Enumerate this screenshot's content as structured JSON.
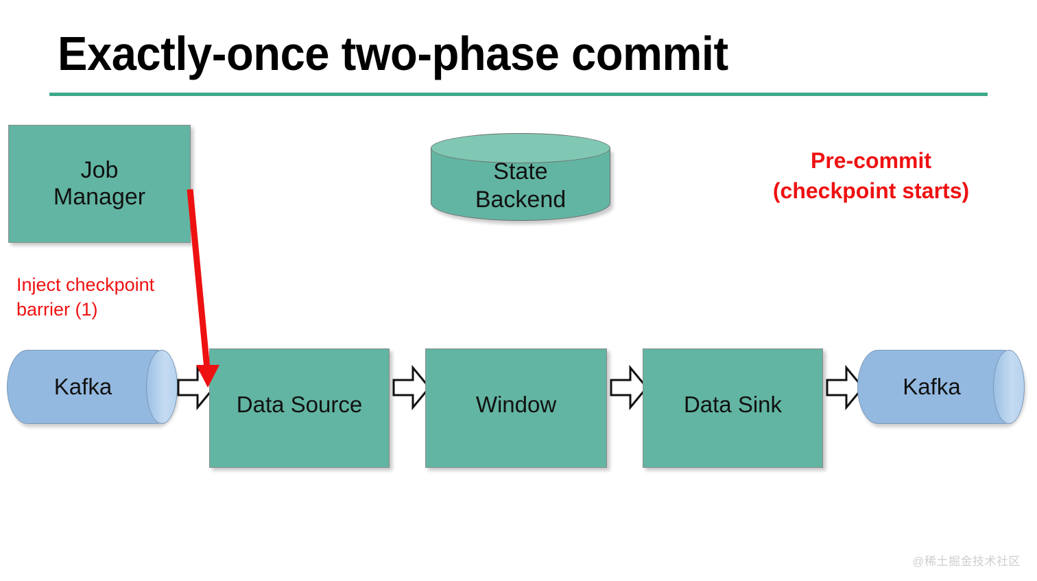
{
  "slide": {
    "title": "Exactly-once two-phase commit",
    "accent_color": "#3FA98A",
    "watermark": "@稀土掘金技术社区"
  },
  "palette": {
    "process_green": "#62B5A2",
    "cylinder_top_green": "#80C8B3",
    "kafka_blue": "#93B9E0",
    "annotation_red": "#EE1111",
    "title_black": "#000000"
  },
  "nodes": {
    "job_manager": {
      "label": "Job\nManager"
    },
    "state_backend": {
      "label": "State\nBackend"
    },
    "kafka_source": {
      "label": "Kafka"
    },
    "kafka_sink": {
      "label": "Kafka"
    },
    "data_source": {
      "label": "Data Source"
    },
    "window": {
      "label": "Window"
    },
    "data_sink": {
      "label": "Data Sink"
    }
  },
  "annotations": {
    "inject_barrier": "Inject checkpoint\nbarrier (1)",
    "pre_commit": "Pre-commit\n(checkpoint starts)"
  },
  "flow": {
    "arrow_1": "kafka-source-to-data-source",
    "arrow_2": "data-source-to-window",
    "arrow_3": "window-to-data-sink",
    "arrow_4": "data-sink-to-kafka-sink",
    "red_arrow": "job-manager-to-data-source"
  }
}
